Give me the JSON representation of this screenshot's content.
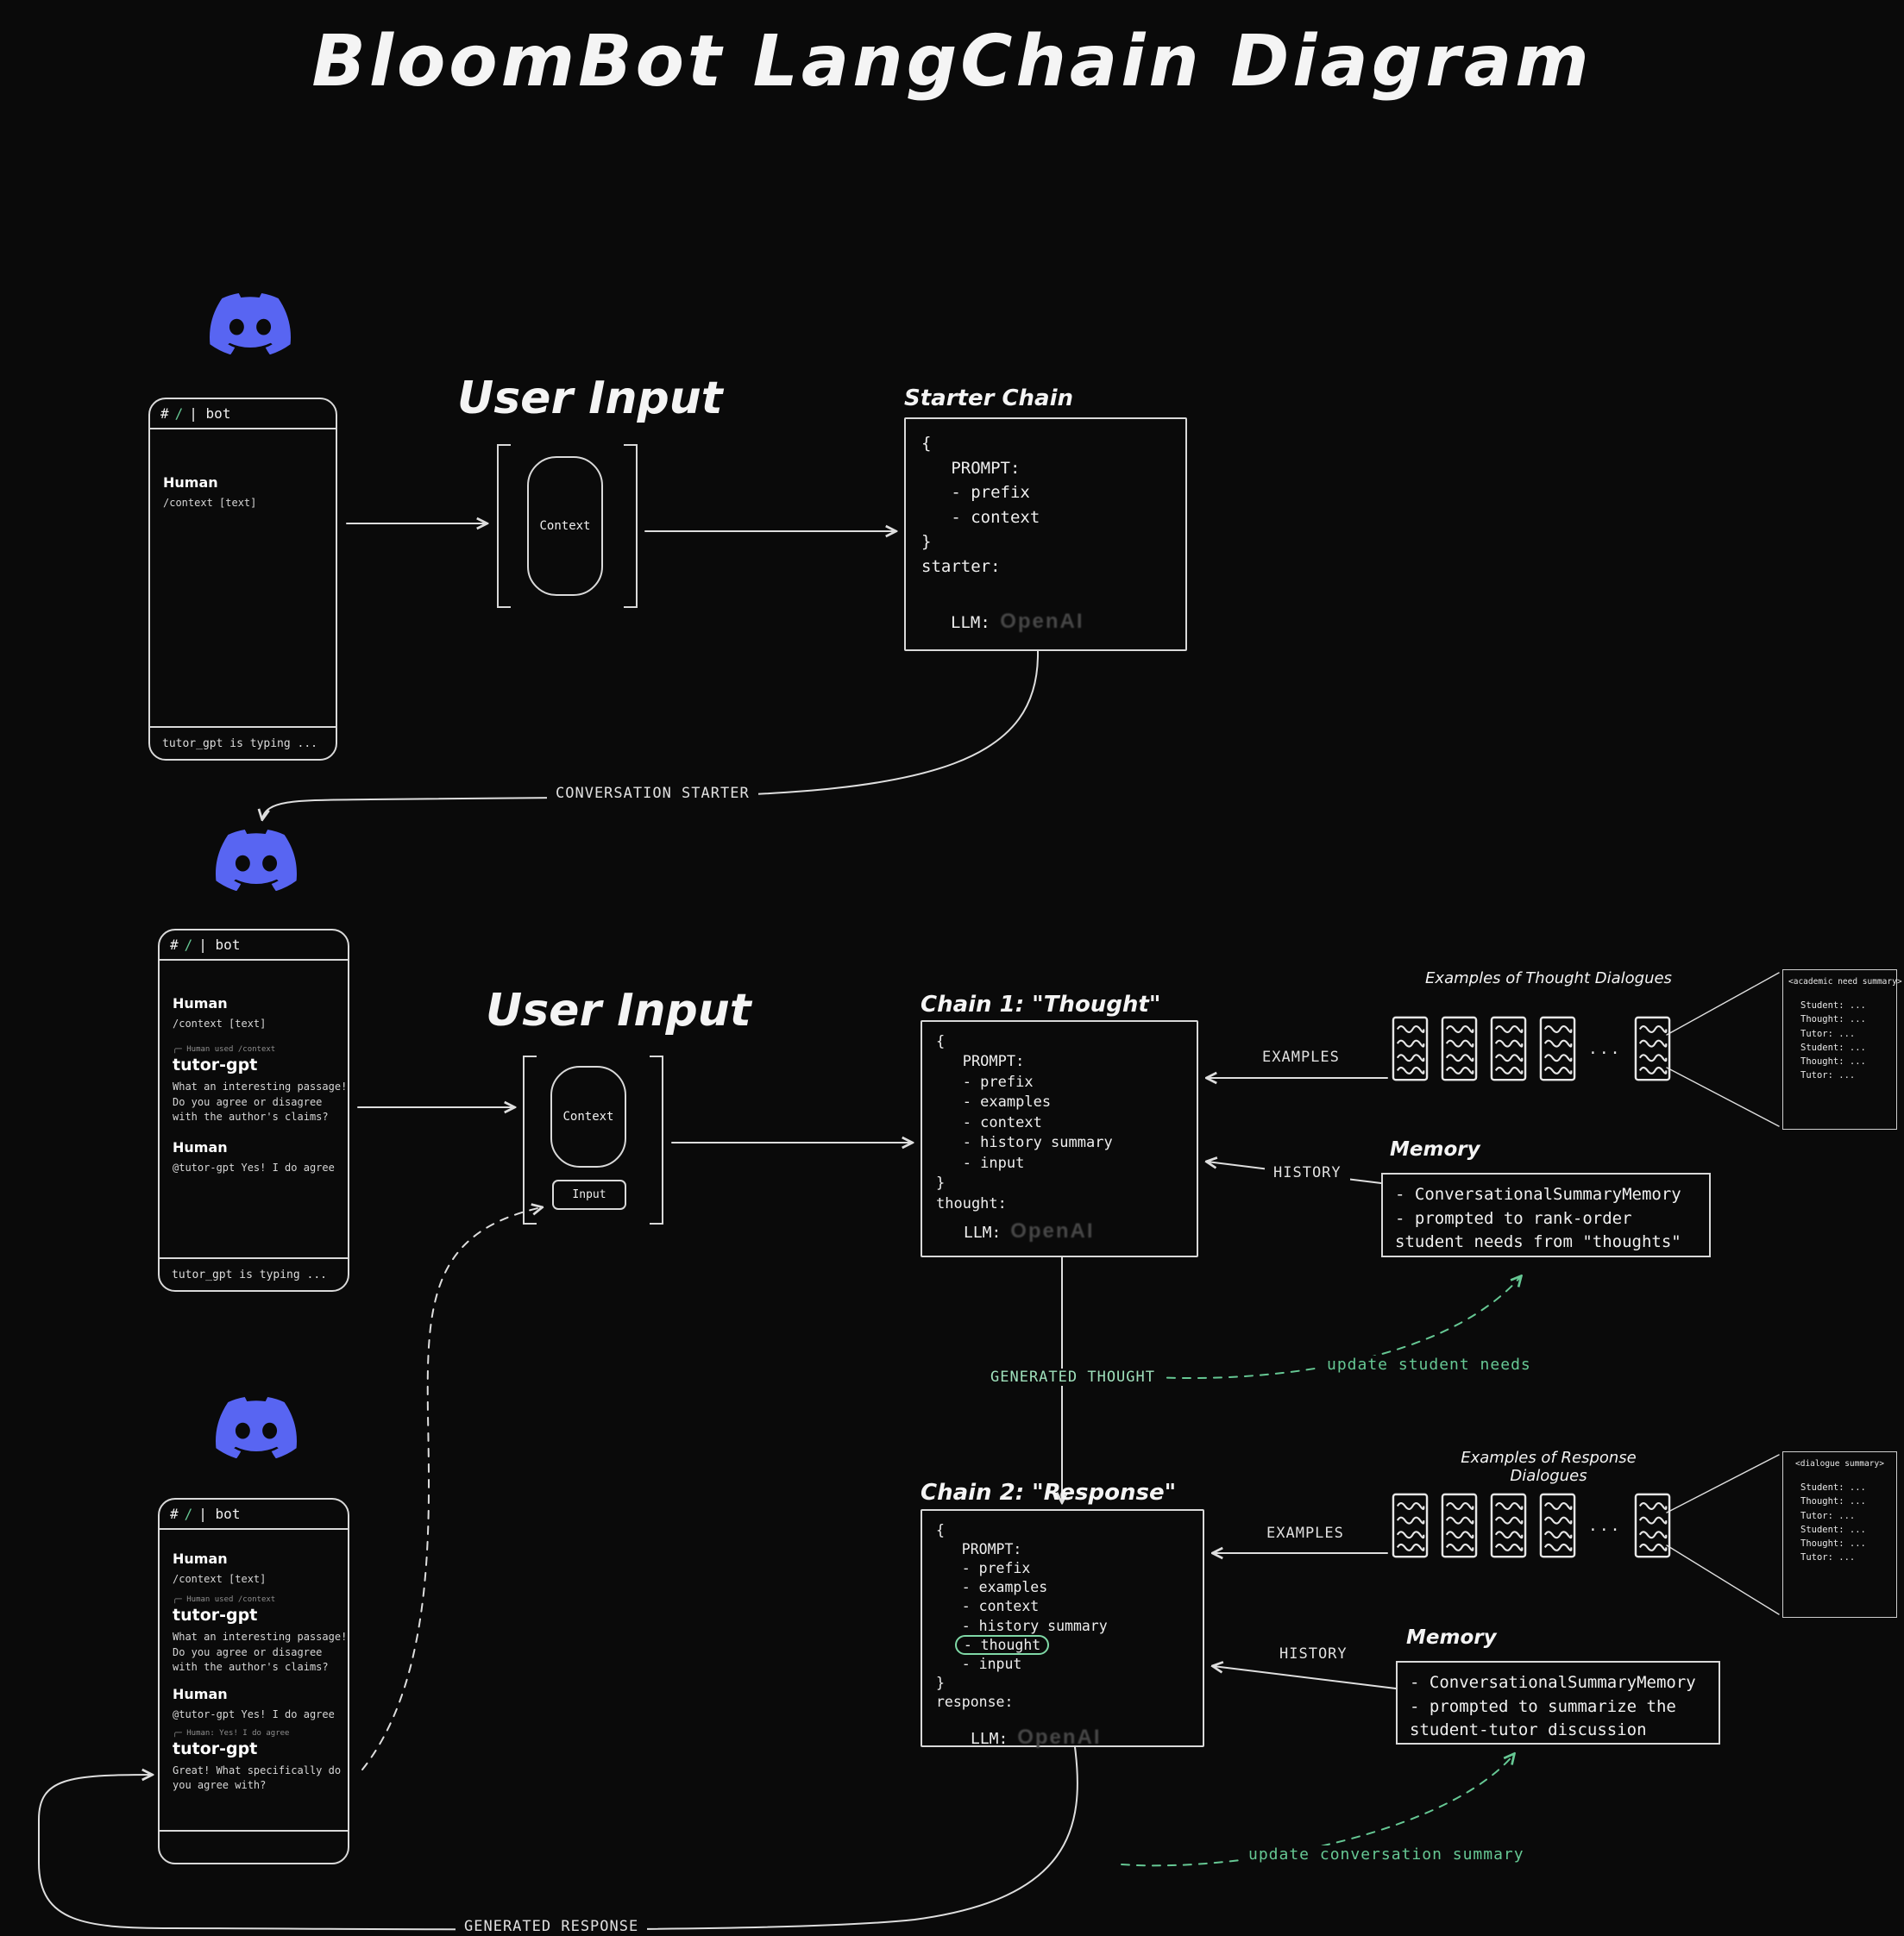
{
  "title": "BloomBot LangChain Diagram",
  "colors": {
    "background": "#0a0a0a",
    "stroke": "#d9d9d9",
    "green": "#66c894",
    "discord_blue": "#5865F2",
    "brand_dim": "#474747"
  },
  "user_input_label": "User Input",
  "context_label": "Context",
  "input_label": "Input",
  "arrow_labels": {
    "conversation_starter": "CONVERSATION STARTER",
    "examples": "EXAMPLES",
    "history": "HISTORY",
    "generated_thought": "GENERATED THOUGHT",
    "generated_response": "GENERATED RESPONSE",
    "update_student_needs": "update student needs",
    "update_conversation_summary": "update conversation summary"
  },
  "phones": [
    {
      "header": {
        "hash": "#",
        "slash": "/",
        "rest": "| bot"
      },
      "author1": "Human",
      "msg1": "/context [text]",
      "footer": "tutor_gpt is typing ..."
    },
    {
      "header": {
        "hash": "#",
        "slash": "/",
        "rest": "| bot"
      },
      "author1": "Human",
      "msg1": "/context [text]",
      "reply1": "╭─ Human used /context",
      "author2": "tutor-gpt",
      "msg2": "What an interesting passage!\nDo you agree or disagree\nwith the author's claims?",
      "author3": "Human",
      "msg3": "@tutor-gpt Yes! I do agree",
      "footer": "tutor_gpt is typing ..."
    },
    {
      "header": {
        "hash": "#",
        "slash": "/",
        "rest": "| bot"
      },
      "author1": "Human",
      "msg1": "/context [text]",
      "reply1": "╭─ Human used /context",
      "author2": "tutor-gpt",
      "msg2": "What an interesting passage!\nDo you agree or disagree\nwith the author's claims?",
      "author3": "Human",
      "msg3": "@tutor-gpt Yes! I do agree",
      "reply2": "╭─ Human: Yes! I do agree",
      "author4": "tutor-gpt",
      "msg4": "Great! What specifically do\nyou agree with?",
      "footer": ""
    }
  ],
  "chains": {
    "starter": {
      "title": "Starter Chain",
      "body": "{\n   PROMPT:\n   - prefix\n   - context\n}\nstarter:",
      "llm_label": "LLM:",
      "llm_brand": "OpenAI"
    },
    "thought": {
      "title": "Chain 1: \"Thought\"",
      "body": "{\n   PROMPT:\n   - prefix\n   - examples\n   - context\n   - history summary\n   - input\n}\nthought:",
      "llm_label": "LLM:",
      "llm_brand": "OpenAI"
    },
    "response": {
      "title": "Chain 2: \"Response\"",
      "body_before": "{\n   PROMPT:\n   - prefix\n   - examples\n   - context\n   - history summary\n   ",
      "thought_item": "- thought",
      "body_after": "\n   - input\n}\nresponse:",
      "llm_label": "LLM:",
      "llm_brand": "OpenAI"
    }
  },
  "examples_sections": [
    {
      "title": "Examples of Thought Dialogues",
      "ellipsis": "...",
      "detail_title": "<academic need summary>",
      "detail_body": "Student: ...\nThought: ...\nTutor: ...\nStudent: ...\nThought: ...\nTutor: ..."
    },
    {
      "title": "Examples of Response Dialogues",
      "ellipsis": "...",
      "detail_title": "<dialogue summary>",
      "detail_body": "Student: ...\nThought: ...\nTutor: ...\nStudent: ...\nThought: ...\nTutor: ..."
    }
  ],
  "memory_sections": [
    {
      "label": "Memory",
      "text": "- ConversationalSummaryMemory\n- prompted to rank-order\nstudent needs from \"thoughts\""
    },
    {
      "label": "Memory",
      "text": "- ConversationalSummaryMemory\n- prompted to summarize the\nstudent-tutor discussion"
    }
  ]
}
